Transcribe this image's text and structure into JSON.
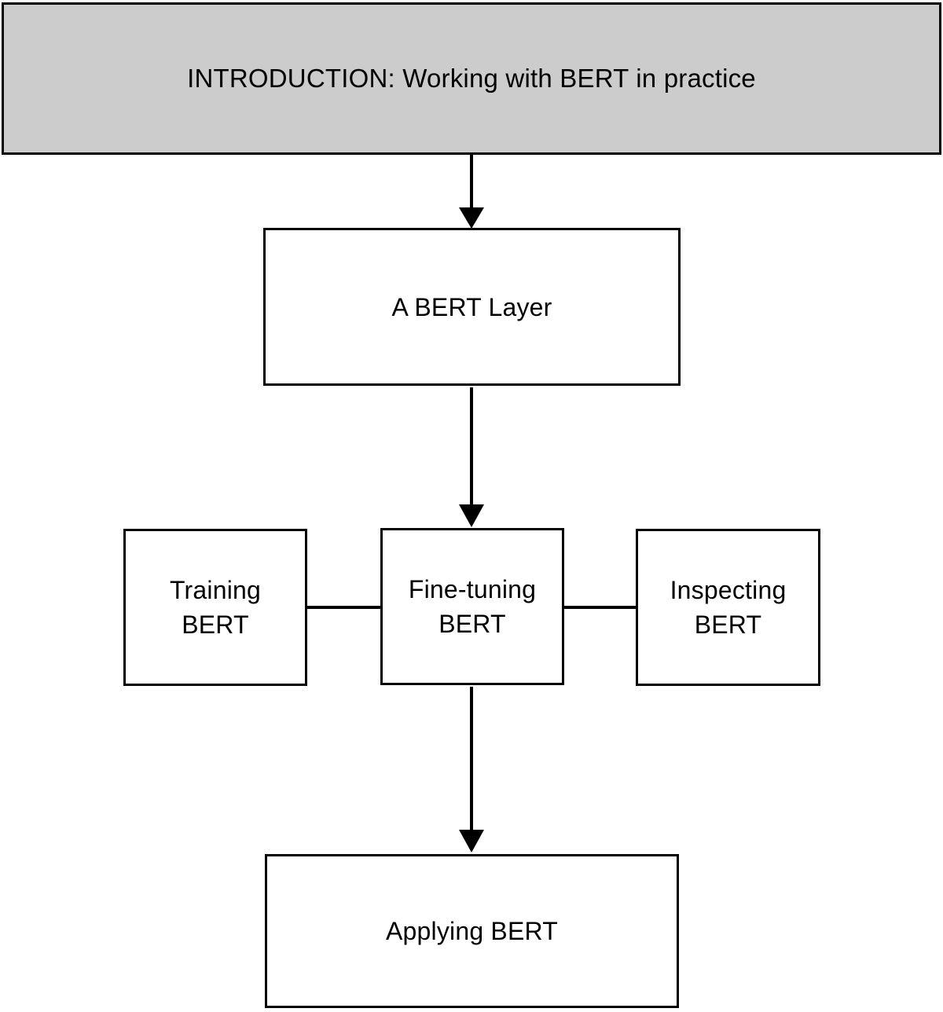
{
  "diagram": {
    "title": "INTRODUCTION: Working with BERT in practice",
    "type": "flowchart",
    "background_color": "#ffffff",
    "line_color": "#000000",
    "nodes": {
      "introduction": {
        "label": "INTRODUCTION: Working with BERT in practice",
        "fill_color": "#cccccc",
        "border_color": "#000000"
      },
      "bert_layer": {
        "label": "A BERT Layer",
        "fill_color": "#ffffff",
        "border_color": "#000000"
      },
      "training_bert": {
        "label": "Training\nBERT",
        "fill_color": "#ffffff",
        "border_color": "#000000"
      },
      "finetuning_bert": {
        "label": "Fine-tuning\nBERT",
        "fill_color": "#ffffff",
        "border_color": "#000000"
      },
      "inspecting_bert": {
        "label": "Inspecting\nBERT",
        "fill_color": "#ffffff",
        "border_color": "#000000"
      },
      "applying_bert": {
        "label": "Applying BERT",
        "fill_color": "#ffffff",
        "border_color": "#000000"
      }
    },
    "edges": [
      {
        "from": "introduction",
        "to": "bert_layer",
        "style": "arrow-down",
        "label": ""
      },
      {
        "from": "bert_layer",
        "to": "finetuning_bert",
        "style": "arrow-down",
        "label": ""
      },
      {
        "from": "training_bert",
        "to": "finetuning_bert",
        "style": "plain-line",
        "label": ""
      },
      {
        "from": "finetuning_bert",
        "to": "inspecting_bert",
        "style": "plain-line",
        "label": ""
      },
      {
        "from": "finetuning_bert",
        "to": "applying_bert",
        "style": "arrow-down",
        "label": ""
      }
    ]
  }
}
